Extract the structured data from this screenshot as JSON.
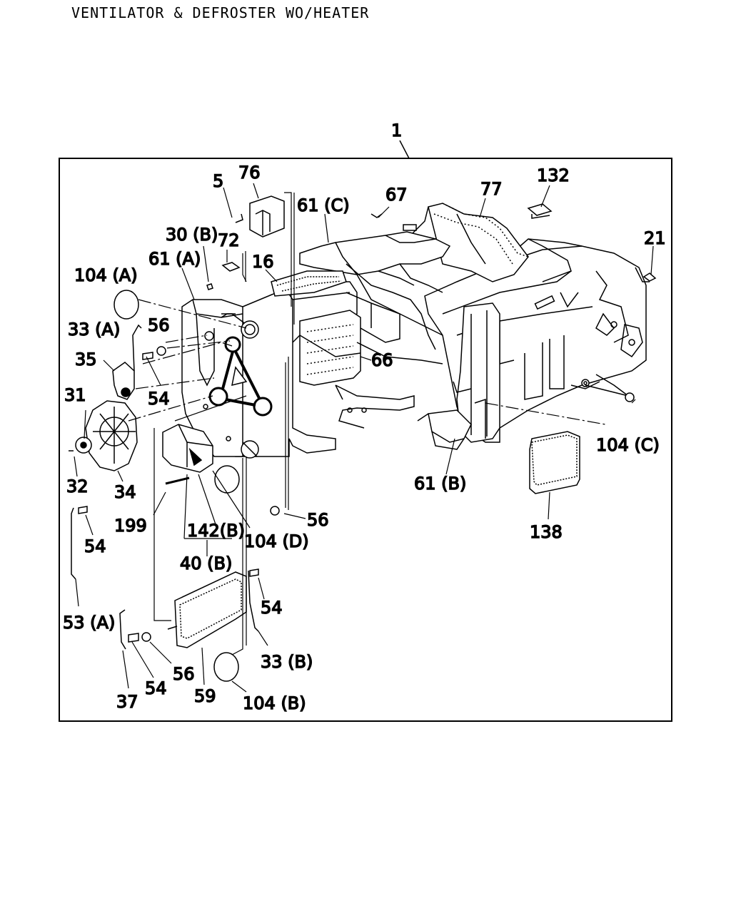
{
  "title": "VENTILATOR & DEFROSTER WO/HEATER",
  "assembly_label": "1",
  "callouts": [
    {
      "id": "c5",
      "label": "5"
    },
    {
      "id": "c76",
      "label": "76"
    },
    {
      "id": "c61c",
      "label": "61 (C)"
    },
    {
      "id": "c67",
      "label": "67"
    },
    {
      "id": "c77",
      "label": "77"
    },
    {
      "id": "c132",
      "label": "132"
    },
    {
      "id": "c21",
      "label": "21"
    },
    {
      "id": "c30b",
      "label": "30 (B)"
    },
    {
      "id": "c72",
      "label": "72"
    },
    {
      "id": "c61a",
      "label": "61 (A)"
    },
    {
      "id": "c16",
      "label": "16"
    },
    {
      "id": "c104a",
      "label": "104 (A)"
    },
    {
      "id": "c56a",
      "label": "56"
    },
    {
      "id": "c33a",
      "label": "33 (A)"
    },
    {
      "id": "c35",
      "label": "35"
    },
    {
      "id": "c54a",
      "label": "54"
    },
    {
      "id": "c66",
      "label": "66"
    },
    {
      "id": "c31",
      "label": "31"
    },
    {
      "id": "c104c",
      "label": "104 (C)"
    },
    {
      "id": "c32",
      "label": "32"
    },
    {
      "id": "c34",
      "label": "34"
    },
    {
      "id": "c61b",
      "label": "61 (B)"
    },
    {
      "id": "c56b",
      "label": "56"
    },
    {
      "id": "c199",
      "label": "199"
    },
    {
      "id": "c142b",
      "label": "142(B)"
    },
    {
      "id": "c104d",
      "label": "104 (D)"
    },
    {
      "id": "c54b",
      "label": "54"
    },
    {
      "id": "c138",
      "label": "138"
    },
    {
      "id": "c40b",
      "label": "40 (B)"
    },
    {
      "id": "c54c",
      "label": "54"
    },
    {
      "id": "c53a",
      "label": "53 (A)"
    },
    {
      "id": "c33b",
      "label": "33 (B)"
    },
    {
      "id": "c56c",
      "label": "56"
    },
    {
      "id": "c54d",
      "label": "54"
    },
    {
      "id": "c37",
      "label": "37"
    },
    {
      "id": "c59",
      "label": "59"
    },
    {
      "id": "c104b",
      "label": "104 (B)"
    }
  ]
}
